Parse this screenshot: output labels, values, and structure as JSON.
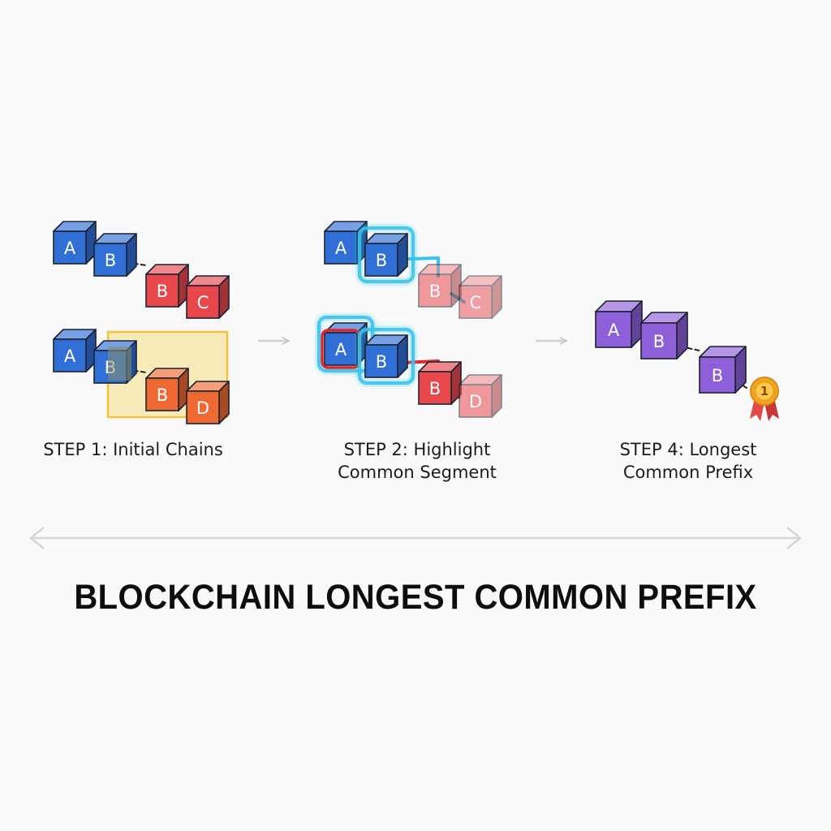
{
  "title": "BLOCKCHAIN LONGEST COMMON PREFIX",
  "colors": {
    "blue": "#2f6fd6",
    "red": "#e8474c",
    "orange": "#ef6a33",
    "purple": "#8d5fd9",
    "highlight_yellow": "#f6d96a",
    "highlight_cyan": "#38c4ec",
    "highlight_red": "#e0252d",
    "medal_gold": "#f4a623",
    "medal_ribbon": "#e24a4a"
  },
  "steps": [
    {
      "caption_lines": [
        "STEP 1: Initial Chains"
      ],
      "chains": [
        [
          "A",
          "B",
          "B",
          "C"
        ],
        [
          "A",
          "B",
          "B",
          "D"
        ]
      ],
      "highlight": "common-segment-box"
    },
    {
      "caption_lines": [
        "STEP 2: Highlight",
        "Common Segment"
      ],
      "chains": [
        [
          "A",
          "B",
          "B",
          "C"
        ],
        [
          "A",
          "B",
          "B",
          "D"
        ]
      ],
      "highlight": "outlined-links"
    },
    {
      "caption_lines": [
        "STEP 4: Longest",
        "Common Prefix"
      ],
      "chains": [
        [
          "A",
          "B",
          "B"
        ]
      ],
      "badge_number": "1",
      "icon": "medal-icon"
    }
  ]
}
